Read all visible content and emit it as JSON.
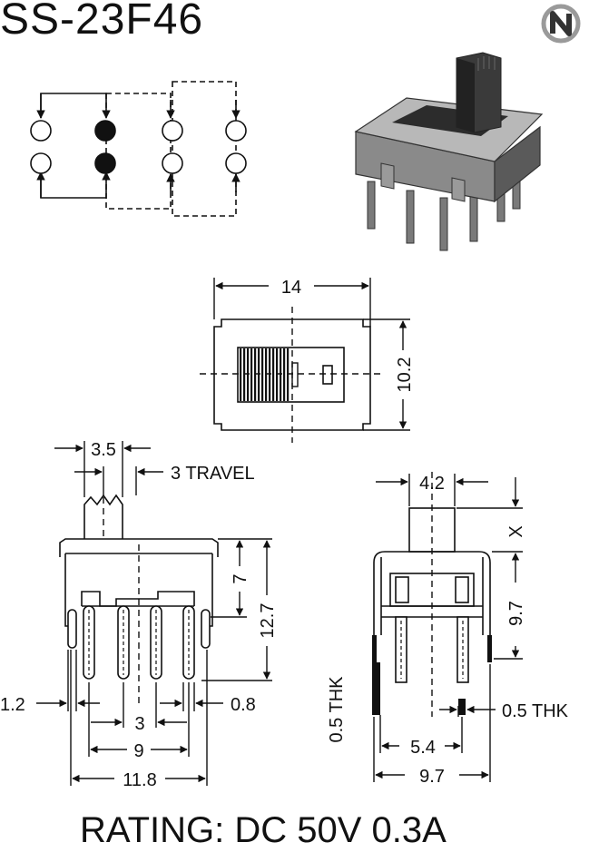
{
  "part_number": "SS-23F46",
  "rating": "RATING: DC 50V 0.3A",
  "logo": {
    "letter": "N",
    "ring_color": "#9a9a9a",
    "letter_color": "#333333"
  },
  "colors": {
    "ink": "#111111",
    "body_gray": "#8a8a8a",
    "body_dark": "#3a3a3a"
  },
  "top_view": {
    "width_label": "14",
    "height_label": "10.2"
  },
  "side_view": {
    "pitch_label": "3.5",
    "travel_label": "3 TRAVEL",
    "height_label": "7",
    "total_height_label": "12.7",
    "pin_dia_label": "1.2",
    "pin_gap_label": "0.8",
    "spacing_3": "3",
    "spacing_9": "9",
    "width_label": "11.8"
  },
  "end_view": {
    "actuator_label": "4.2",
    "x_label": "X",
    "height_label": "9.7",
    "thk_left_label": "0.5 THK",
    "thk_right_label": "0.5 THK",
    "spacing_label": "5.4",
    "width_label": "9.7"
  }
}
